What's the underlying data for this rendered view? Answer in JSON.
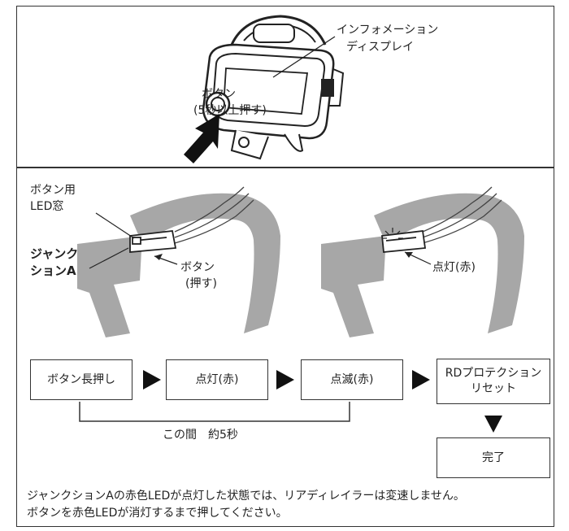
{
  "top": {
    "display_label_line1": "インフォメーション",
    "display_label_line2": "ディスプレイ",
    "button_label_line1": "ボタン",
    "button_label_line2": "(5秒以上押す)"
  },
  "bottom": {
    "led_window_line1": "ボタン用",
    "led_window_line2": "LED窓",
    "junction_line1": "ジャンク",
    "junction_line2": "ションA",
    "button_press_line1": "ボタン",
    "button_press_line2": "(押す)",
    "lit_red": "点灯(赤)"
  },
  "flow": {
    "step1": "ボタン長押し",
    "step2": "点灯(赤)",
    "step3": "点滅(赤)",
    "step4_line1": "RDプロテクション",
    "step4_line2": "リセット",
    "step5": "完了",
    "interval": "この間　約5秒"
  },
  "notes": {
    "line1": "ジャンクションAの赤色LEDが点灯した状態では、リアディレイラーは変速しません。",
    "line2": "ボタンを赤色LEDが消灯するまで押してください。"
  },
  "colors": {
    "frame": "#333333",
    "bar_gray": "#a7a7a7",
    "arrow": "#111111"
  }
}
